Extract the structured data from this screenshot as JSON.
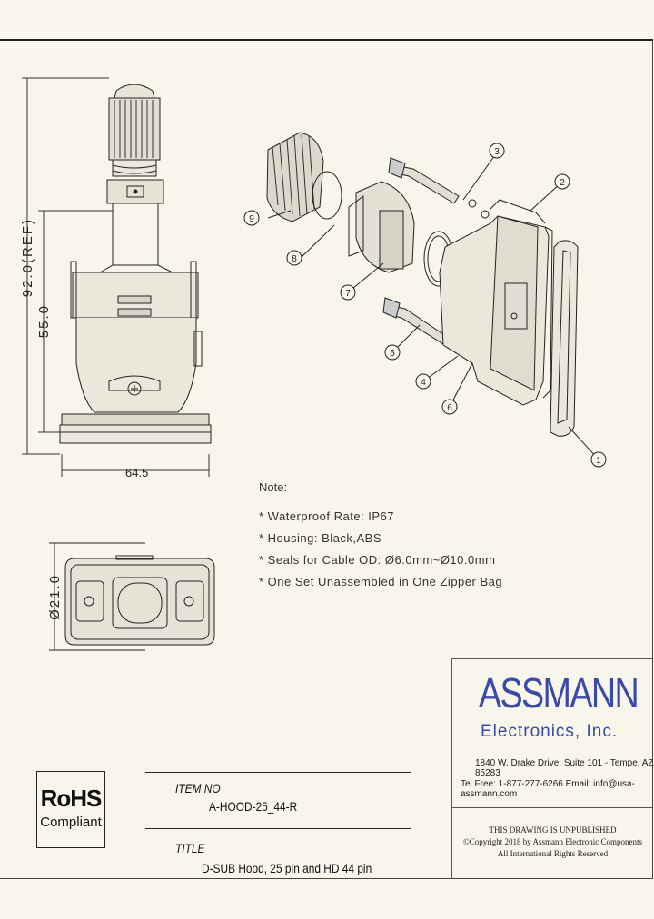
{
  "dimensions": {
    "total_height": "92.0(REF)",
    "body_height": "55.0",
    "width": "64.5",
    "diameter": "Ø21.0"
  },
  "callouts": [
    "9",
    "8",
    "3",
    "2",
    "7",
    "5",
    "4",
    "6",
    "1"
  ],
  "notes": {
    "title": "Note:",
    "lines": [
      "* Waterproof Rate: IP67",
      "* Housing: Black,ABS",
      "* Seals for Cable OD: Ø6.0mm~Ø10.0mm",
      "* One Set Unassembled in One Zipper Bag"
    ]
  },
  "company": {
    "logo": "ASSMANN",
    "subtitle": "Electronics, Inc.",
    "address": "1840 W. Drake Drive, Suite 101 - Tempe, AZ 85283",
    "contact": "Tel Free: 1-877-277-6266   Email: info@usa-assmann.com"
  },
  "legal": {
    "line1": "THIS DRAWING IS UNPUBLISHED",
    "line2": "©Copyright 2018 by Assmann Electronic Components",
    "line3": "All International Rights Reserved"
  },
  "rohs": {
    "big": "RoHS",
    "small": "Compliant"
  },
  "title_block": {
    "item_label": "ITEM NO",
    "item_value": "A-HOOD-25_44-R",
    "title_label": "TITLE",
    "title_value": "D-SUB Hood, 25 pin and HD 44 pin"
  },
  "colors": {
    "background": "#f8f5ea",
    "brand": "#3b4aa8",
    "line": "#222222"
  }
}
